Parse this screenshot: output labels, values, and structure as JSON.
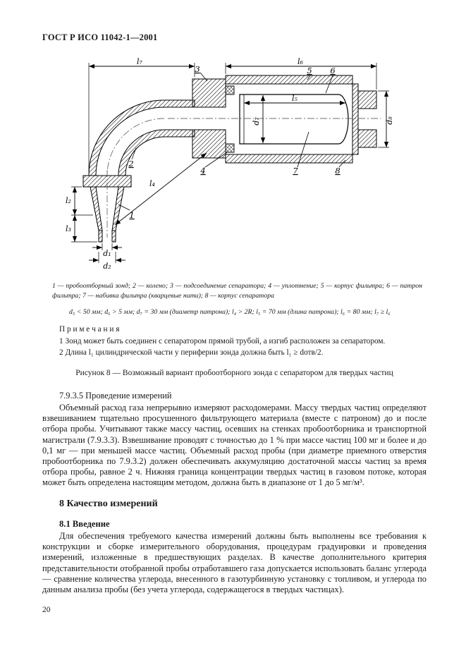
{
  "page": {
    "header": "ГОСТ Р ИСО 11042-1—2001",
    "page_number": "20"
  },
  "figure": {
    "caption_legend": "1 — пробоотборный зонд; 2 — колено; 3 — подсоединение сепаратора; 4 — уплотнение; 5 — корпус фильтра; 6 — патрон фильтра; 7 — набивка фильтра (кварцевые нити); 8 — корпус сепаратора",
    "dimensions_line": "d₅ < 50 мм;  d₆ > 5 мм;  d₇ = 30 мм (диаметр патрона);  l₄ > 2R;  l₅ = 70 мм  (длина патрона);  l₆ = 80 мм;  l₇ ≥ l₆",
    "notes_title": "П р и м е ч а н и я",
    "note1": "1 Зонд может быть соединен с сепаратором прямой трубой, а изгиб расположен за сепаратором.",
    "note2": "2 Длина l₁ цилиндрической части у периферии зонда должна быть l₁ ≥ dотв/2.",
    "title": "Рисунок 8 — Возможный вариант пробоотборного зонда с сепаратором для твердых частиц",
    "labels": {
      "l7": "l₇",
      "l6": "l₆",
      "l5": "l₅",
      "l4": "l₄",
      "l2": "l₂",
      "l3": "l₃",
      "d7": "d₇",
      "d8": "d₈",
      "d1": "d₁",
      "d2": "d₂",
      "n1": "1",
      "n2": "2",
      "n3": "3",
      "n4": "4",
      "n5": "5",
      "n6": "6",
      "n7": "7",
      "n8": "8"
    }
  },
  "sections": {
    "s7935_heading": "7.9.3.5 Проведение измерений",
    "s7935_body": "Объемный расход газа непрерывно измеряют расходомерами. Массу твердых частиц определяют взвешиванием тщательно просушенного фильтрующего материала (вместе с патроном) до и после отбора пробы. Учитывают также массу частиц, осевших на стенках пробоотборника и транспортной магистрали (7.9.3.3). Взвешивание проводят с точностью до 1 % при массе частиц 100 мг и более и до 0,1 мг — при меньшей массе частиц. Объемный расход пробы (при диаметре приемного отверстия пробоотборника по 7.9.3.2) должен обеспечивать аккумуляцию достаточной массы частиц за время отбора пробы, равное 2 ч. Нижняя граница концентрации твердых частиц в газовом потоке, которая может быть определена настоящим методом, должна быть в диапазоне от 1 до 5 мг/м³.",
    "s8_heading": "8 Качество измерений",
    "s81_heading": "8.1 Введение",
    "s81_body": "Для обеспечения требуемого качества измерений должны быть выполнены все требования к конструкции и сборке измерительного оборудования, процедурам градуировки и проведения измерений, изложенные в предшествующих разделах. В качестве дополнительного критерия представительности отобранной пробы отработавшего газа допускается использовать баланс углерода — сравнение количества углерода, внесенного в газотурбинную установку с топливом, и углерода по данным анализа пробы (без учета углерода, содержащегося в твердых частицах)."
  }
}
